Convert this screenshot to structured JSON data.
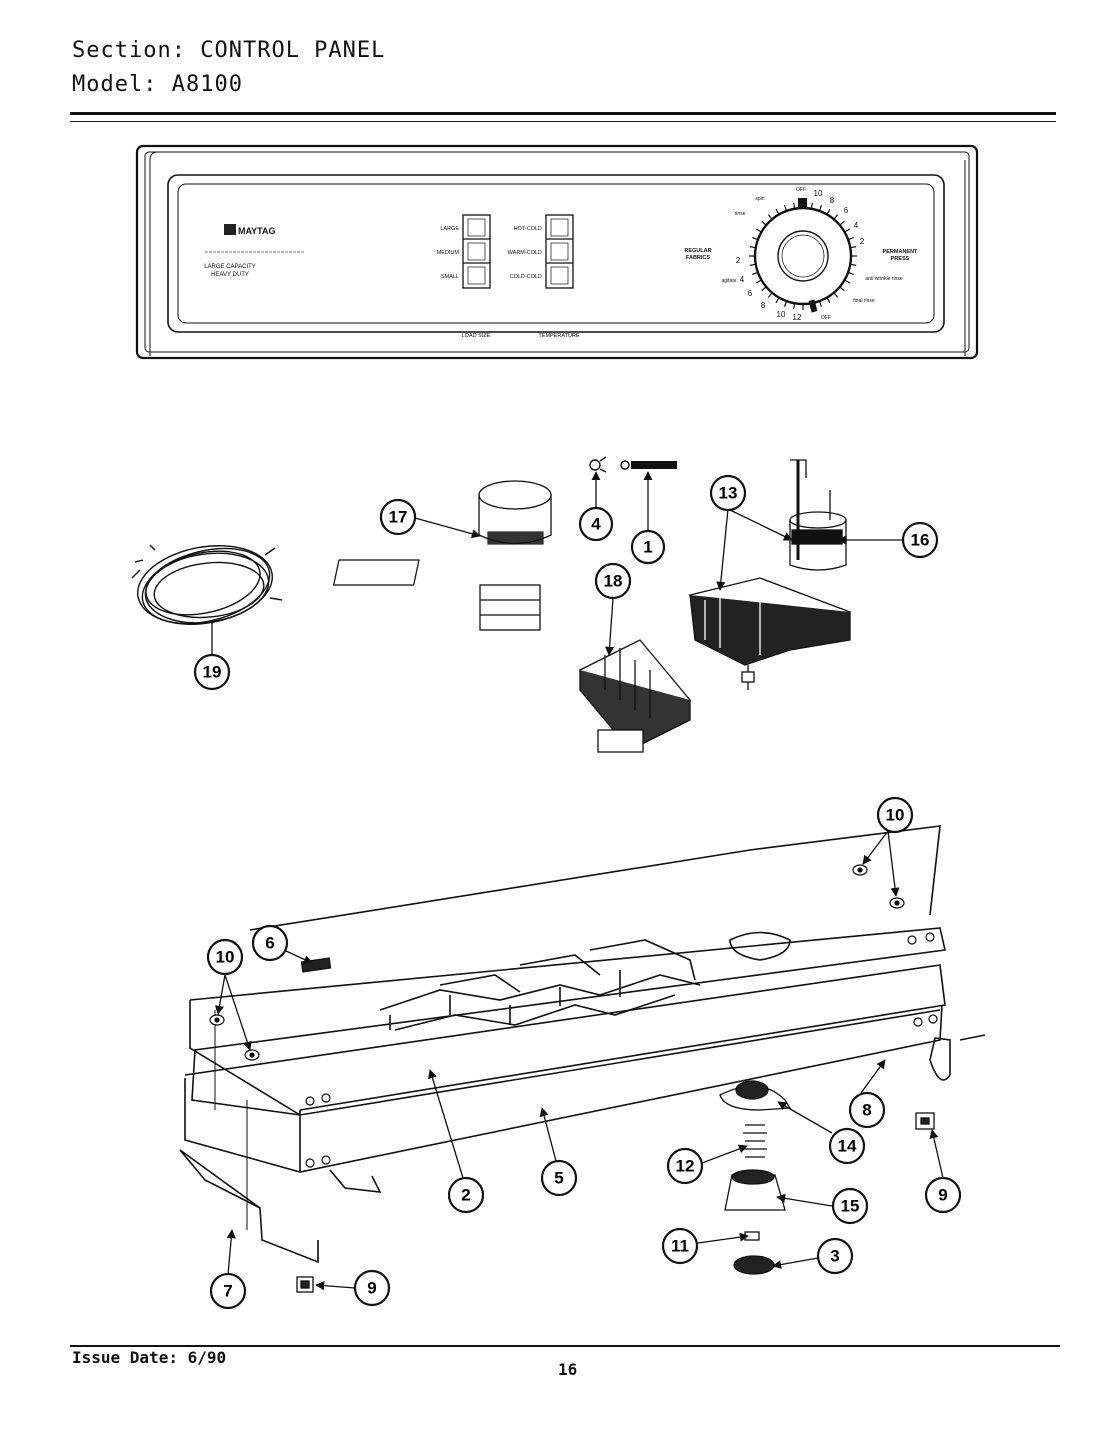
{
  "header": {
    "section_label": "Section:",
    "section_value": "CONTROL PANEL",
    "model_label": "Model:",
    "model_value": "A8100"
  },
  "footer": {
    "issue_date": "Issue Date: 6/90",
    "page_number": "16"
  },
  "console": {
    "brand": "MAYTAG",
    "tagline_1": "LARGE CAPACITY",
    "tagline_2": "HEAVY DUTY",
    "load_size_title": "LOAD SIZE",
    "load_sizes": [
      "LARGE",
      "MEDIUM",
      "SMALL"
    ],
    "temperature_title": "TEMPERATURE",
    "temperatures": [
      "HOT-COLD",
      "WARM-COLD",
      "COLD-COLD"
    ],
    "dial": {
      "left_label_1": "REGULAR",
      "left_label_2": "FABRICS",
      "right_label_1": "PERMANENT",
      "right_label_2": "PRESS",
      "numbers": [
        "10",
        "8",
        "6",
        "4",
        "2",
        "2",
        "4",
        "6",
        "8",
        "10",
        "12"
      ],
      "off_top": "OFF",
      "off_bottom": "OFF",
      "spin": "spin",
      "rinse": "rinse",
      "agitate": "agitate",
      "final_rinse": "final rinse",
      "anti_wrinkle": "anti wrinkle rinse"
    }
  },
  "callouts": [
    "17",
    "4",
    "1",
    "13",
    "16",
    "18",
    "19",
    "10",
    "10",
    "6",
    "8",
    "14",
    "12",
    "15",
    "11",
    "3",
    "2",
    "5",
    "7",
    "9",
    "9"
  ]
}
